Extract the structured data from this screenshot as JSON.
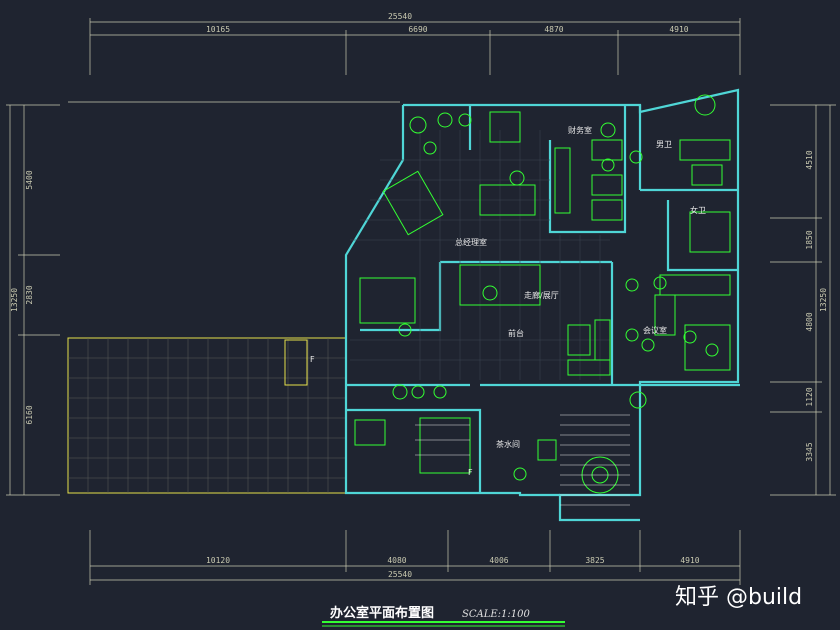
{
  "title": "办公室平面布置图",
  "scale": "SCALE:1:100",
  "watermark": "知乎 @build",
  "dims_top": {
    "total": "25540",
    "segments": [
      "10165",
      "6690",
      "4870",
      "4910"
    ]
  },
  "dims_bottom": {
    "total": "25540",
    "segments": [
      "10120",
      "4080",
      "4006",
      "3825",
      "4910"
    ]
  },
  "dims_left": {
    "total": "13250",
    "segments": [
      "5400",
      "2830",
      "6160"
    ]
  },
  "dims_right": {
    "total": "13250",
    "segments": [
      "4510",
      "1850",
      "4800",
      "1120",
      "3345"
    ]
  },
  "rooms": {
    "finance": "财务室",
    "wc": "男卫",
    "wc2": "女卫",
    "general_manager": "总经理室",
    "corridor": "走廊/展厅",
    "reception": "前台",
    "meeting": "会议室",
    "tea": "茶水间",
    "f1": "F",
    "f2": "F"
  },
  "colors": {
    "bg": "#1f2430",
    "wall": "#4fd6d6",
    "furniture": "#33ff33",
    "yellow": "#e6e14a",
    "white": "#ffffff"
  }
}
